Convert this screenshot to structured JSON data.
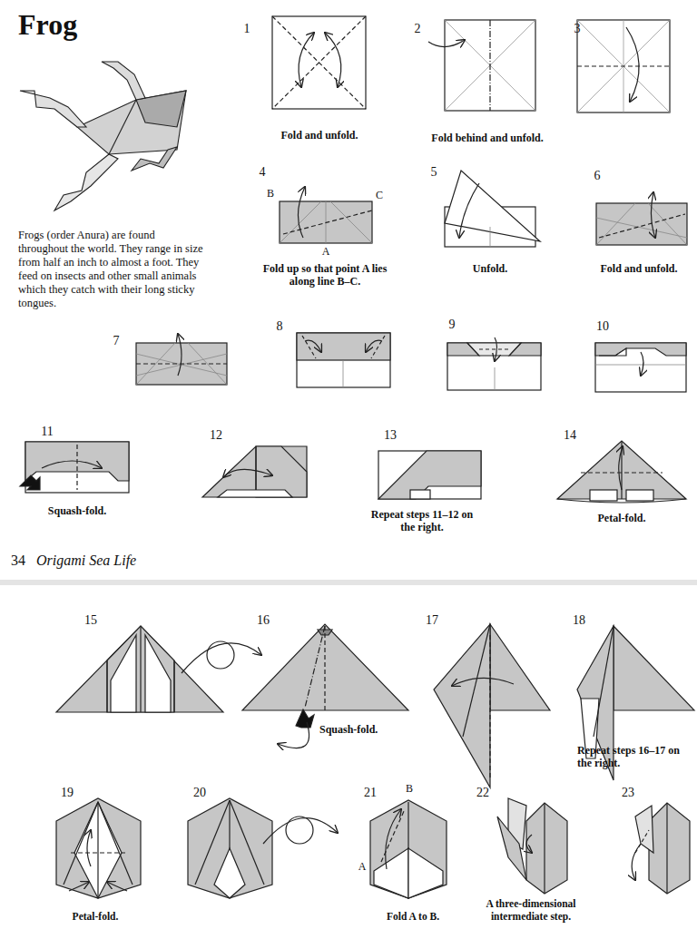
{
  "diagram": {
    "title": "Frog",
    "labels": [
      "1",
      "2",
      "3",
      "Fold and unfold.",
      "Fold behind and unfold.",
      "4",
      "5",
      "6",
      "B",
      "C",
      "A",
      "Fold up so that point A lies along line B–C.",
      "Unfold.",
      "Fold and unfold.",
      "7",
      "8",
      "9",
      "10",
      "11",
      "12",
      "13",
      "14",
      "Squash-fold.",
      "Repeat steps 11–12 on the right.",
      "Petal-fold.",
      "Frogs (order Anura) are found throughout the world. They range in size from half an inch to almost a foot. They feed on insects and other small animals which they catch with their long sticky tongues.",
      "34",
      "Origami Sea Life",
      "15",
      "16",
      "17",
      "18",
      "Squash-fold.",
      "Repeat steps 16–17 on the right.",
      "19",
      "20",
      "21",
      "22",
      "23",
      "B",
      "A",
      "Petal-fold.",
      "Fold A to B.",
      "A three-dimensional intermediate step."
    ]
  }
}
